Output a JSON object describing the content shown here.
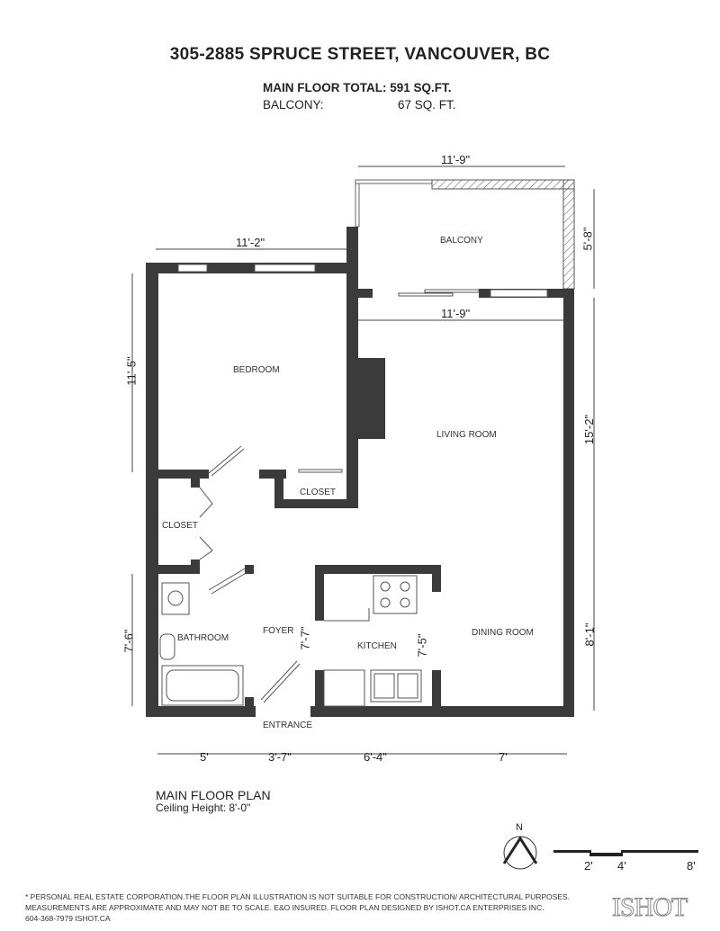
{
  "title": "305-2885 SPRUCE STREET, VANCOUVER, BC",
  "areas": {
    "main_label": "MAIN FLOOR TOTAL:",
    "main_value": "591 SQ.FT.",
    "balcony_label": "BALCONY:",
    "balcony_value": "67 SQ. FT."
  },
  "rooms": {
    "balcony": "BALCONY",
    "bedroom": "BEDROOM",
    "living": "LIVING ROOM",
    "closet1": "CLOSET",
    "closet2": "CLOSET",
    "bathroom": "BATHROOM",
    "foyer": "FOYER",
    "kitchen": "KITCHEN",
    "dining": "DINING ROOM",
    "entrance": "ENTRANCE"
  },
  "dimensions": {
    "balcony_width": "11'-9\"",
    "balcony_depth": "5'-8\"",
    "bedroom_width": "11'-2\"",
    "living_width": "11'-9\"",
    "bedroom_depth": "11'-5\"",
    "living_depth": "15'-2\"",
    "bath_depth": "7'-6\"",
    "foyer_depth": "7'-7\"",
    "kitchen_depth": "7'-5\"",
    "dining_depth": "8'-1\"",
    "bottom_1": "5'",
    "bottom_2": "3'-7\"",
    "bottom_3": "6'-4\"",
    "bottom_4": "7'"
  },
  "plan_label": "MAIN FLOOR PLAN",
  "ceiling": "Ceiling Height: 8'-0\"",
  "north": "N",
  "scale": {
    "t1": "2'",
    "t2": "4'",
    "t3": "8'"
  },
  "footer": {
    "line1": "* PERSONAL REAL ESTATE CORPORATION.THE FLOOR PLAN ILLUSTRATION IS NOT SUITABLE FOR CONSTRUCTION/ ARCHITECTURAL PURPOSES.",
    "line2": "MEASUREMENTS ARE APPROXIMATE AND MAY NOT BE TO SCALE. E&O INSURED. FLOOR PLAN DESIGNED BY ISHOT.CA ENTERPRISES INC.",
    "line3": "604-368-7979  ISHOT.CA",
    "logo": "ISHOT"
  },
  "colors": {
    "wall": "#3b3b3b",
    "text": "#222222"
  }
}
